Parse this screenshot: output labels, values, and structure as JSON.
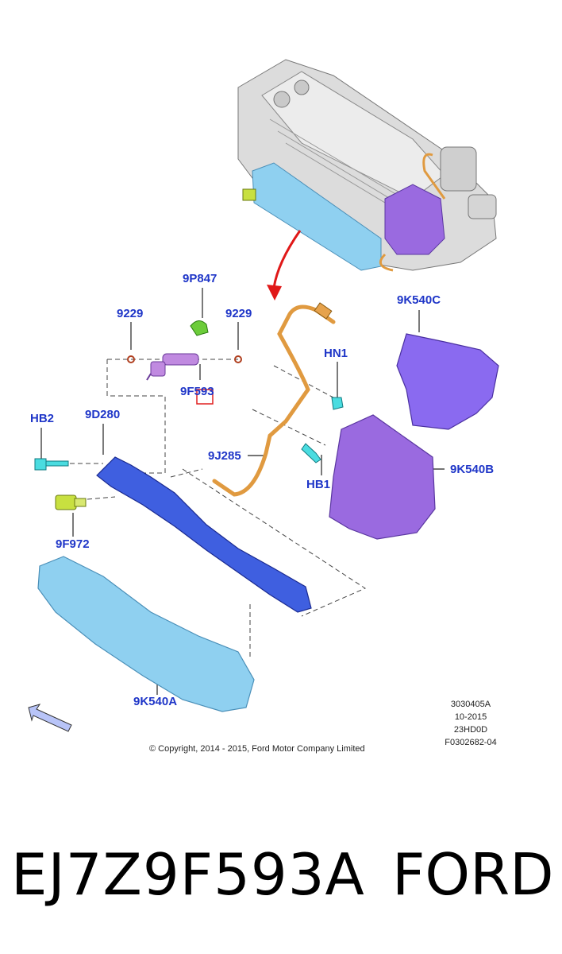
{
  "callouts": {
    "p9P847": "9P847",
    "p9229_left": "9229",
    "p9229_right": "9229",
    "p9F593": "9F593",
    "pHN1": "HN1",
    "p9K540C": "9K540C",
    "pHB2": "HB2",
    "p9D280": "9D280",
    "p9J285": "9J285",
    "pHB1": "HB1",
    "p9K540B": "9K540B",
    "p9F972": "9F972",
    "p9K540A": "9K540A"
  },
  "drawing_info": {
    "line1": "3030405A",
    "line2": "10-2015",
    "line3": "23HD0D",
    "line4": "F0302682-04"
  },
  "copyright": "© Copyright, 2014 - 2015, Ford Motor Company Limited",
  "caption": {
    "part_number": "EJ7Z9F593A",
    "brand": "FORD"
  },
  "colors": {
    "callout": "#1f36c8",
    "fuel_rail": "#3f5fe0",
    "heat_shield_blue": "#8fd0f0",
    "heat_shield_purple": "#9a6ae0",
    "fuel_line": "#e09a40",
    "engine": "#d8d8d8",
    "highlight_box": "#e02020",
    "arrow_red": "#e01818"
  }
}
